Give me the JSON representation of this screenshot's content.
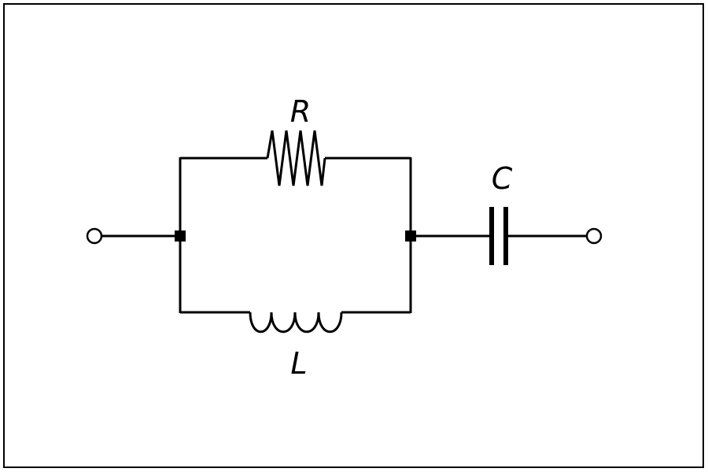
{
  "diagram": {
    "labels": {
      "resistor": "R",
      "inductor": "L",
      "capacitor": "C"
    },
    "colors": {
      "stroke": "#000000",
      "background": "#ffffff"
    }
  }
}
